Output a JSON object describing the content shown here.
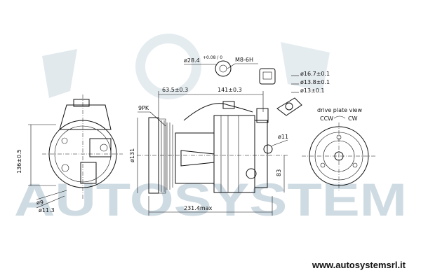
{
  "watermark": {
    "text": "AUTOSYSTEM",
    "color": "#a9bfcc"
  },
  "website": "www.autosystemsrl.it",
  "left_view": {
    "dim_height": "136±0.5",
    "dim_d9": "ø9",
    "dim_d11": "ø11.3"
  },
  "side_view": {
    "pulley_label": "9PK",
    "dim_635": "63.5±0.3",
    "dim_141": "141±0.3",
    "dim_131": "ø131",
    "dim_83": "83",
    "dim_11": "ø11",
    "dim_total": "231.4max",
    "port_label": "ø28.4",
    "port_tol": "+0.08 / 0",
    "thread": "M8-6H"
  },
  "fitting": {
    "d1": "ø16.7±0.1",
    "d2": "ø13.8±0.1",
    "d3": "ø13±0.1"
  },
  "drive_view": {
    "title": "drive plate view",
    "ccw": "CCW",
    "cw": "CW"
  }
}
